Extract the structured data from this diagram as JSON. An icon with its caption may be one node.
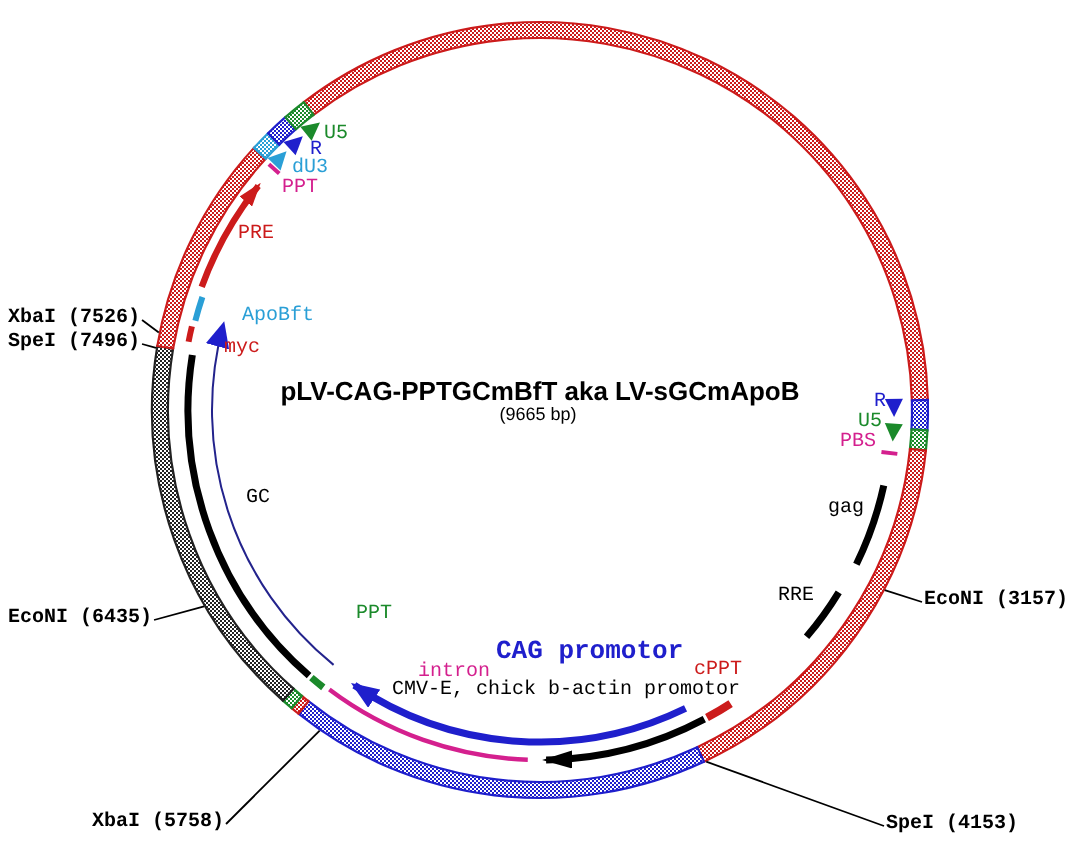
{
  "diagram": {
    "title": "pLV-CAG-PPTGCmBfT aka LV-sGCmApoB",
    "nodes": [
      {
        "text": [],
        "shape": "circle"
      },
      {
        "text": [
          "XbaI (7526)"
        ]
      },
      {
        "text": [
          "SpeI (7496)"
        ]
      },
      {
        "text": [
          "EcoNI (3157)"
        ]
      },
      {
        "text": [
          "EcoNI (6435)"
        ]
      },
      {
        "text": [
          "XbaI (5758)"
        ]
      },
      {
        "text": [
          "SpeI (4153)"
        ]
      }
    ],
    "edges": [
      {
        "from": 1,
        "to": 0,
        "arrow": "none"
      },
      {
        "from": 2,
        "to": 0,
        "arrow": "none"
      },
      {
        "from": 3,
        "to": 0,
        "arrow": "none"
      },
      {
        "from": 4,
        "to": 0,
        "arrow": "none"
      },
      {
        "from": 5,
        "to": 0,
        "arrow": "none"
      },
      {
        "from": 6,
        "to": 0,
        "arrow": "none"
      }
    ],
    "labels": [
      "U5",
      "R",
      "dU3",
      "PPT",
      "PRE",
      "ApoBft",
      "myc",
      "(9665 bp)",
      "R",
      "U5",
      "PBS",
      "GC",
      "gag",
      "RRE",
      "PPT",
      "CAG promotor",
      "intron",
      "cPPT",
      "CMV-E, chick b-actin promotor"
    ]
  }
}
